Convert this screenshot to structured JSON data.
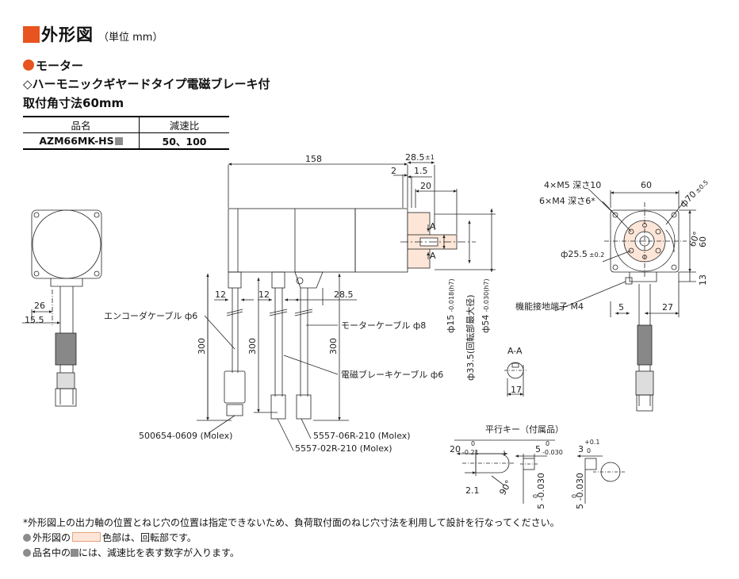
{
  "header": {
    "title": "外形図",
    "unit": "（単位 mm）"
  },
  "section": {
    "title": "モーター",
    "subtitle": "◇ハーモニックギヤードタイプ電磁ブレーキ付",
    "size": "取付角寸法60mm"
  },
  "spec_table": {
    "headers": [
      "品名",
      "減速比"
    ],
    "model": "AZM66MK-HS",
    "ratio": "50、100"
  },
  "drawing": {
    "dims": {
      "d158": "158",
      "d28_5": "28.5",
      "d28_5_tol": "±1",
      "d2": "2",
      "d1_5": "1.5",
      "d20": "20",
      "d26": "26",
      "d15_5": "15.5",
      "d12a": "12",
      "d12b": "12",
      "d28_5b": "28.5",
      "d300a": "300",
      "d300b": "300",
      "d300c": "300",
      "d60_top": "60",
      "d60_side": "60",
      "d13": "13",
      "d5": "5",
      "d27": "27",
      "d17": "17",
      "angle60": "60°"
    },
    "labels": {
      "section_a": "A",
      "section_aa": "A-A",
      "holes1": "4×M5 深さ10",
      "holes2": "6×M4 深さ6*",
      "phi70": "ф70",
      "phi70_tol": "±0.5",
      "phi25_5": "ф25.5",
      "phi25_5_tol": "±0.2",
      "ground": "機能接地端子 M4",
      "enc_cable": "エンコーダケーブル ф6",
      "motor_cable": "モーターケーブル ф8",
      "brake_cable": "電磁ブレーキケーブル ф6",
      "conn1": "500654-0609 (Molex)",
      "conn2": "5557-06R-210 (Molex)",
      "conn3": "5557-02R-210 (Molex)",
      "v_phi15": "ф15",
      "v_phi15_tol": "-0.018(h7)",
      "v_phi33": "ф33.5(回転部最大径)",
      "v_phi54": "ф54",
      "v_phi54_tol": "-0.030(h7)",
      "key_title": "平行キー（付属品）",
      "key_20": "20",
      "key_20_tol_top": "0",
      "key_20_tol_bot": "-0.21",
      "key_5": "5",
      "key_5_tol_top": "0",
      "key_5_tol_bot": "-0.030",
      "key_3": "3",
      "key_3_tol_top": "+0.1",
      "key_3_tol_bot": "0",
      "key_2_1": "2.1",
      "key_90": "90°",
      "key_5v1": "5 -0.030",
      "key_5v2": "5 -0.030",
      "key_5v1_top": "0",
      "key_5v2_top": "0"
    }
  },
  "notes": {
    "n1": "*外形図上の出力軸の位置とねじ穴の位置は指定できないため、負荷取付面のねじ穴寸法を利用して設計を行なってください。",
    "n2a": "外形図の",
    "n2b": "色部は、回転部です。",
    "n3a": "品名中の",
    "n3b": "には、減速比を表す数字が入ります。"
  }
}
